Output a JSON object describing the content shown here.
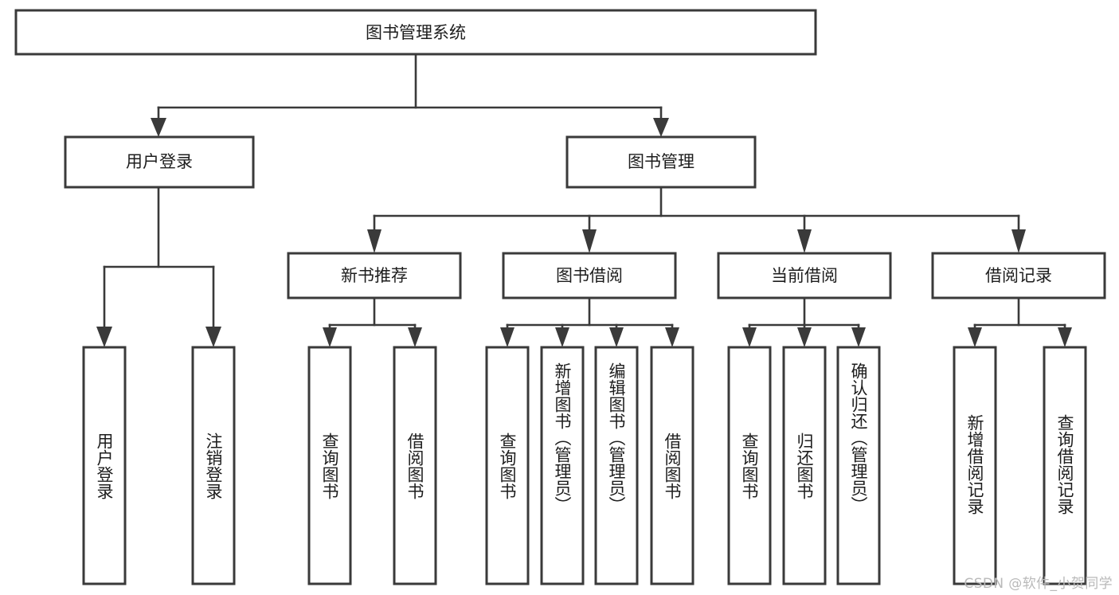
{
  "title": "图书管理系统",
  "watermark": "CSDN @软件_小贺同学",
  "colors": {
    "stroke": "#3a3a3a",
    "box_fill": "#ffffff",
    "text": "#1d1d1d",
    "background": "#ffffff",
    "watermark": "#b9b9b9"
  },
  "chart_data": {
    "type": "diagram",
    "diagram_kind": "tree / hierarchy chart (功能结构图)",
    "title": "图书管理系统",
    "orientation": "top-down",
    "levels": 4,
    "root": {
      "label": "图书管理系统",
      "children": [
        {
          "label": "用户登录",
          "children": [
            {
              "label": "用户登录"
            },
            {
              "label": "注销登录"
            }
          ]
        },
        {
          "label": "图书管理",
          "children": [
            {
              "label": "新书推荐",
              "children": [
                {
                  "label": "查询图书"
                },
                {
                  "label": "借阅图书"
                }
              ]
            },
            {
              "label": "图书借阅",
              "children": [
                {
                  "label": "查询图书"
                },
                {
                  "label": "新增图书（管理员）"
                },
                {
                  "label": "编辑图书（管理员）"
                },
                {
                  "label": "借阅图书"
                }
              ]
            },
            {
              "label": "当前借阅",
              "children": [
                {
                  "label": "查询图书"
                },
                {
                  "label": "归还图书"
                },
                {
                  "label": "确认归还（管理员）"
                }
              ]
            },
            {
              "label": "借阅记录",
              "children": [
                {
                  "label": "新增借阅记录"
                },
                {
                  "label": "查询借阅记录"
                }
              ]
            }
          ]
        }
      ]
    }
  },
  "nodes": {
    "root": {
      "label": "图书管理系统"
    },
    "l2": [
      {
        "label": "用户登录"
      },
      {
        "label": "图书管理"
      }
    ],
    "l3": [
      {
        "label": "新书推荐"
      },
      {
        "label": "图书借阅"
      },
      {
        "label": "当前借阅"
      },
      {
        "label": "借阅记录"
      }
    ],
    "leaves": [
      {
        "label": "用户登录"
      },
      {
        "label": "注销登录"
      },
      {
        "label": "查询图书"
      },
      {
        "label": "借阅图书"
      },
      {
        "label": "查询图书"
      },
      {
        "label": "新增图书（管理员）"
      },
      {
        "label": "编辑图书（管理员）"
      },
      {
        "label": "借阅图书"
      },
      {
        "label": "查询图书"
      },
      {
        "label": "归还图书"
      },
      {
        "label": "确认归还（管理员）"
      },
      {
        "label": "新增借阅记录"
      },
      {
        "label": "查询借阅记录"
      }
    ]
  }
}
